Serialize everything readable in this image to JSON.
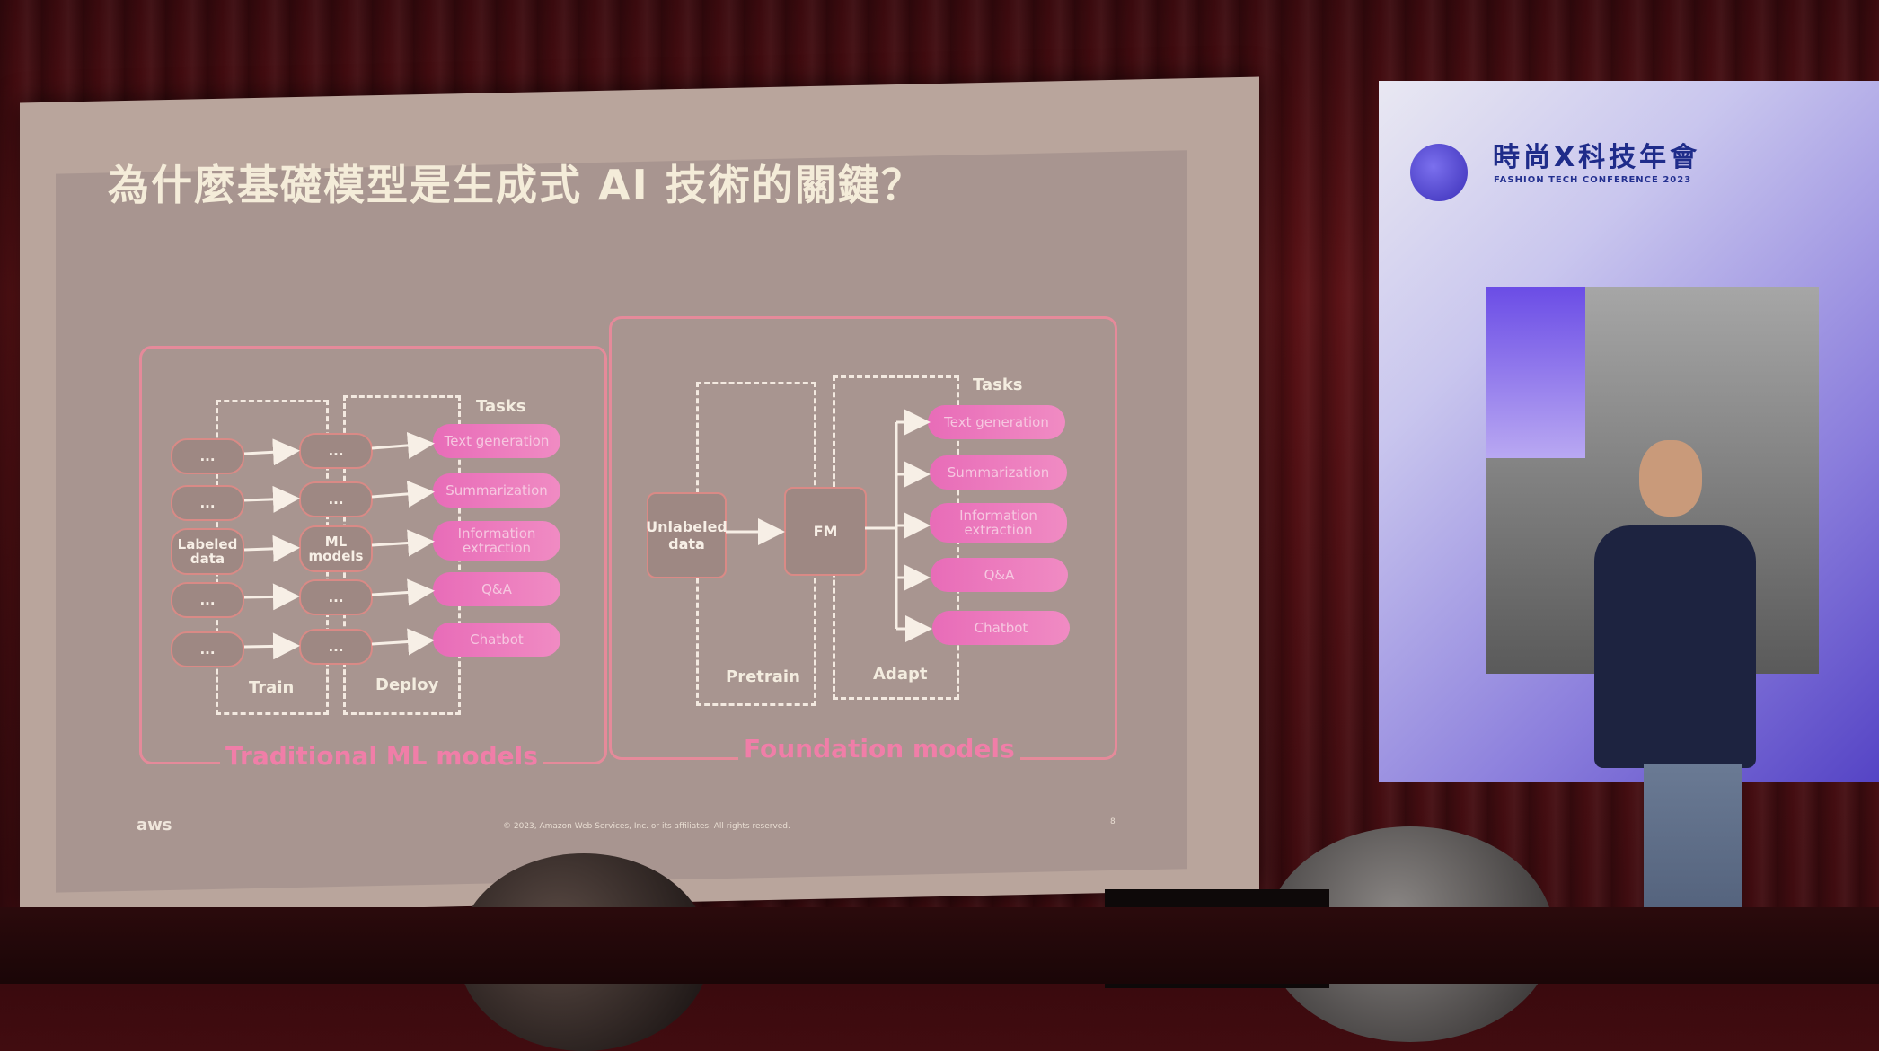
{
  "slide": {
    "title": "為什麼基礎模型是生成式 AI 技術的關鍵？",
    "left_panel_label": "Traditional ML models",
    "right_panel_label": "Foundation models",
    "left": {
      "tasks_label": "Tasks",
      "train_label": "Train",
      "deploy_label": "Deploy",
      "inputs": [
        "...",
        "...",
        "Labeled data",
        "...",
        "..."
      ],
      "models": [
        "...",
        "...",
        "ML models",
        "...",
        "..."
      ],
      "tasks": [
        "Text generation",
        "Summarization",
        "Information extraction",
        "Q&A",
        "Chatbot"
      ]
    },
    "right": {
      "tasks_label": "Tasks",
      "pretrain_label": "Pretrain",
      "adapt_label": "Adapt",
      "input": "Unlabeled data",
      "model": "FM",
      "tasks": [
        "Text generation",
        "Summarization",
        "Information extraction",
        "Q&A",
        "Chatbot"
      ]
    },
    "footer_logo": "aws",
    "copyright": "© 2023, Amazon Web Services, Inc. or its affiliates. All rights reserved.",
    "page_number": "8"
  },
  "side_screen": {
    "conference_title": "時尚X科技年會",
    "conference_subtitle": "FASHION TECH CONFERENCE 2023"
  },
  "colors": {
    "slide_bg": "#a89590",
    "accent_pink": "#f07ea8",
    "title_text": "#f4ecd9",
    "side_screen_purple": "#5544c5"
  }
}
